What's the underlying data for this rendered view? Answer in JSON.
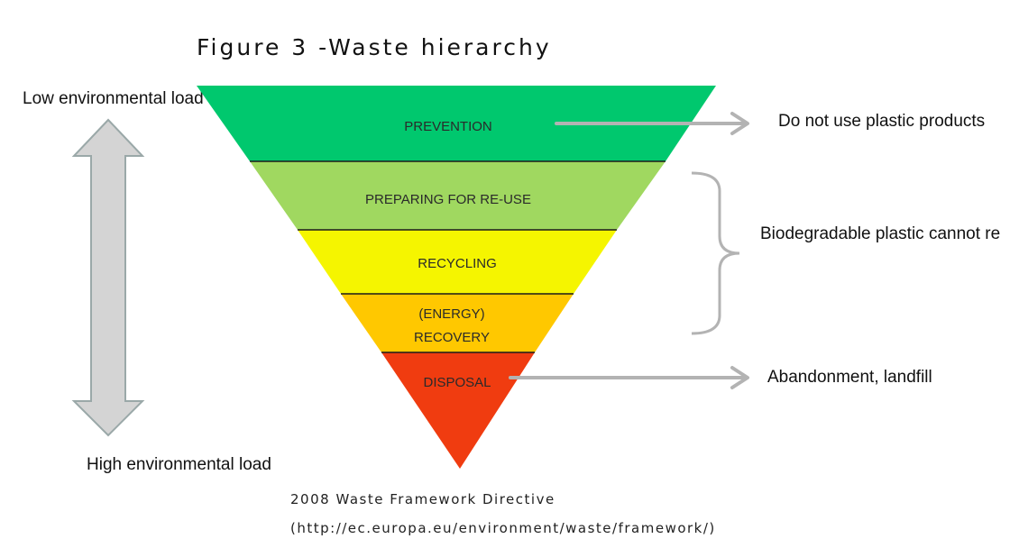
{
  "title": "Figure 3 -Waste hierarchy",
  "left_axis": {
    "top_label": "Low environmental load",
    "bottom_label": "High environmental load"
  },
  "tiers": [
    {
      "label": "PREVENTION",
      "color": "#00c86e"
    },
    {
      "label": "PREPARING FOR RE-USE",
      "color": "#a0d860"
    },
    {
      "label": "RECYCLING",
      "color": "#f5f500"
    },
    {
      "label_line1": "(ENERGY)",
      "label_line2": "RECOVERY",
      "color": "#ffc800"
    },
    {
      "label": "DISPOSAL",
      "color": "#f03c10"
    }
  ],
  "annotations": {
    "prevention": "Do not use plastic products",
    "biodegradable": "Biodegradable plastic cannot re",
    "disposal": "Abandonment, landfill"
  },
  "source": {
    "line1": "2008 Waste Framework Directive",
    "line2": "(http://ec.europa.eu/environment/waste/framework/)"
  },
  "arrow_color": "#b3b3b3"
}
